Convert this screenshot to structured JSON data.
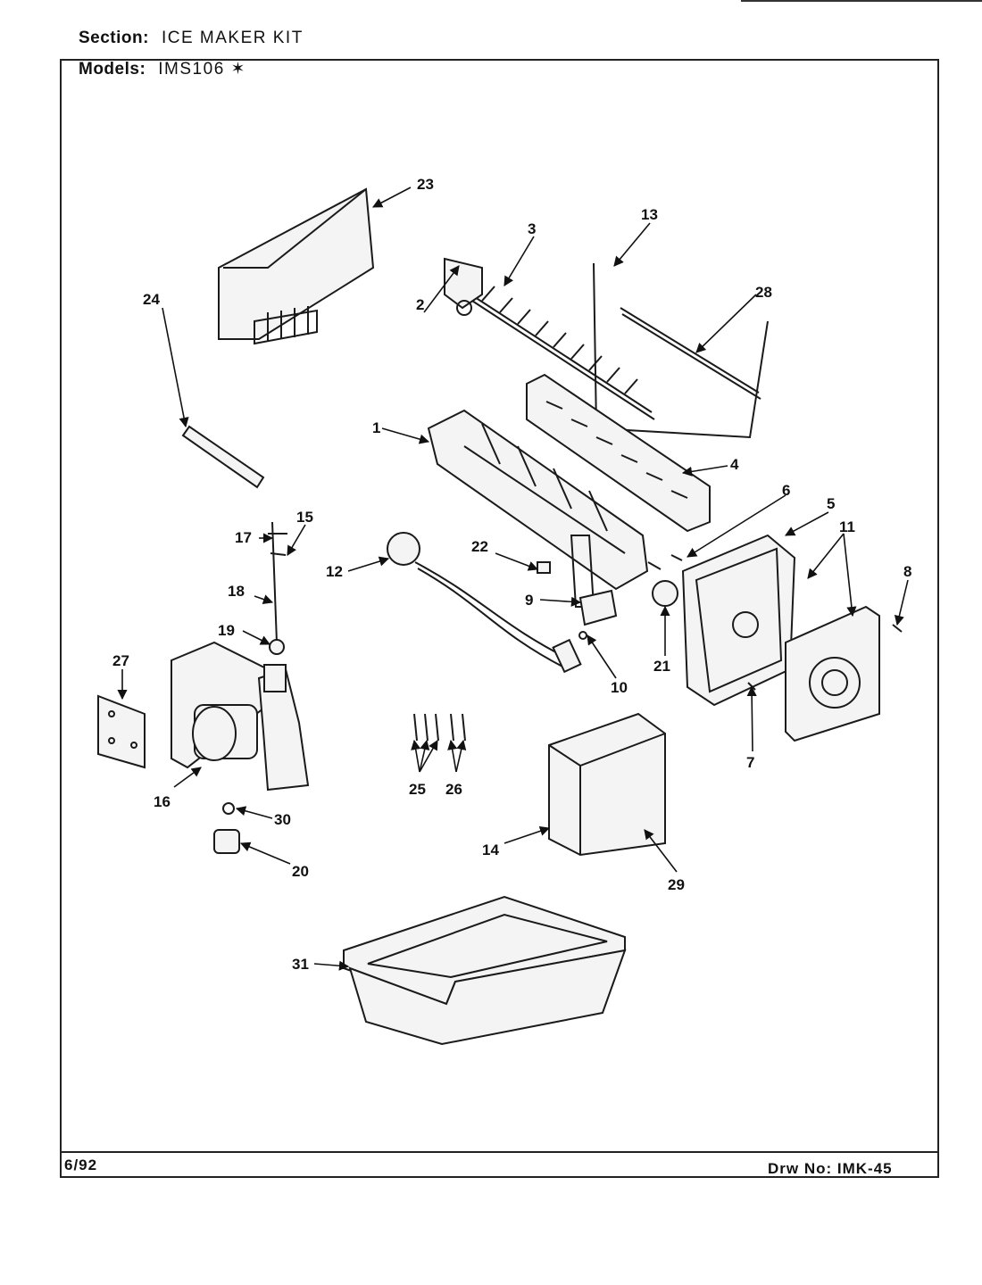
{
  "header": {
    "section_label": "Section:",
    "section_value": "ICE MAKER KIT",
    "models_label": "Models:",
    "models_value": "IMS106 ✶"
  },
  "footer": {
    "date": "6/92",
    "drawing_no": "Drw No:  IMK-45"
  },
  "callouts": [
    "1",
    "2",
    "3",
    "4",
    "5",
    "6",
    "7",
    "8",
    "9",
    "10",
    "11",
    "12",
    "13",
    "14",
    "15",
    "16",
    "17",
    "18",
    "19",
    "20",
    "21",
    "22",
    "23",
    "24",
    "25",
    "26",
    "27",
    "28",
    "29",
    "30",
    "31"
  ]
}
